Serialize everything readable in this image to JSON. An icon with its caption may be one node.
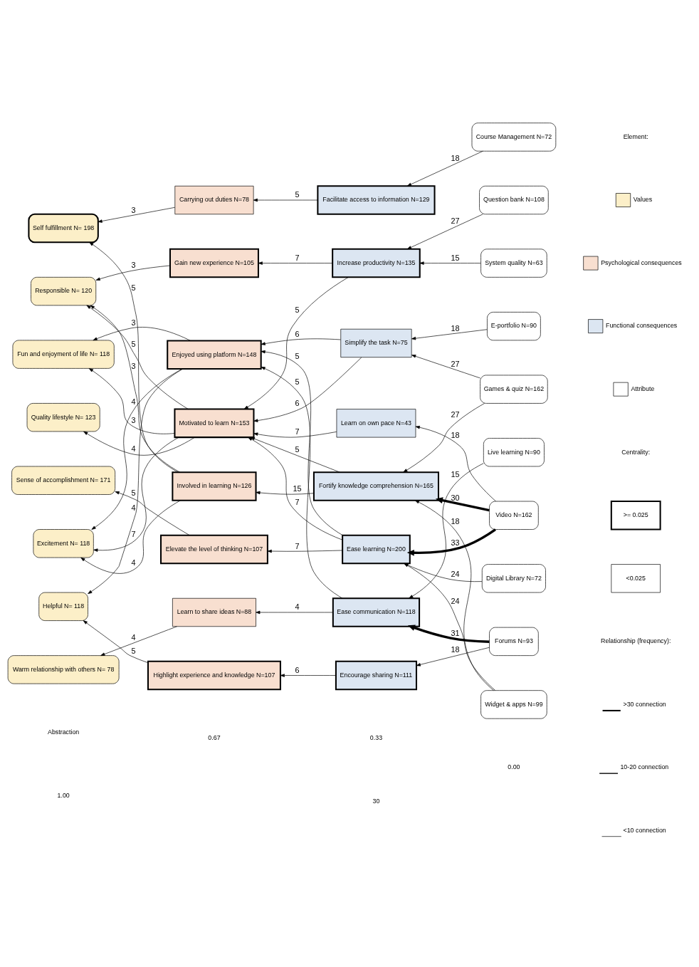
{
  "diagram": {
    "nodes": [
      {
        "text": [
          "Self fulfillment N= 198"
        ]
      },
      {
        "text": [
          "Responsible N= 120"
        ]
      },
      {
        "text": [
          "Fun and enjoyment of life N= 118"
        ]
      },
      {
        "text": [
          "Quality lifestyle N= 123"
        ]
      },
      {
        "text": [
          "Sense of accomplishment N= 171"
        ]
      },
      {
        "text": [
          "Excitement N= 118"
        ]
      },
      {
        "text": [
          "Helpful N= 118"
        ]
      },
      {
        "text": [
          "Warm relationship with others N= 78"
        ]
      },
      {
        "text": [
          "Carrying out duties N=78"
        ]
      },
      {
        "text": [
          "Gain new experience N=105"
        ]
      },
      {
        "text": [
          "Enjoyed using platform N=148"
        ]
      },
      {
        "text": [
          "Motivated to learn N=153"
        ]
      },
      {
        "text": [
          "Involved in learning N=126"
        ]
      },
      {
        "text": [
          "Elevate the level of thinking N=107"
        ]
      },
      {
        "text": [
          "Learn to share ideas N=88"
        ]
      },
      {
        "text": [
          "Highlight experience and knowledge N=107"
        ]
      },
      {
        "text": [
          "Facilitate access to information N=129"
        ]
      },
      {
        "text": [
          "Increase productivity N=135"
        ]
      },
      {
        "text": [
          "Simplify the task N=75"
        ]
      },
      {
        "text": [
          "Learn on own pace N=43"
        ]
      },
      {
        "text": [
          "Fortify knowledge comprehension N=165"
        ]
      },
      {
        "text": [
          "Ease learning N=200"
        ]
      },
      {
        "text": [
          "Ease communication N=118"
        ]
      },
      {
        "text": [
          "Encourage sharing N=111"
        ]
      },
      {
        "text": [
          "Course Management N=72"
        ]
      },
      {
        "text": [
          "Question bank N=108"
        ]
      },
      {
        "text": [
          "System quality N=63"
        ]
      },
      {
        "text": [
          "E-portfolio N=90"
        ]
      },
      {
        "text": [
          "Games & quiz N=162"
        ]
      },
      {
        "text": [
          "Live learning N=90"
        ]
      },
      {
        "text": [
          "Video N=162"
        ]
      },
      {
        "text": [
          "Digital Library N=72"
        ]
      },
      {
        "text": [
          "Forums N=93"
        ]
      },
      {
        "text": [
          "Widget & apps N=99"
        ]
      }
    ],
    "edges": [
      {
        "from": 24,
        "to": 16,
        "arrow": "to",
        "label": "18"
      },
      {
        "from": 25,
        "to": 17,
        "arrow": "to",
        "label": "27"
      },
      {
        "from": 26,
        "to": 17,
        "arrow": "to",
        "label": "15"
      },
      {
        "from": 27,
        "to": 18,
        "arrow": "to",
        "label": "18"
      },
      {
        "from": 28,
        "to": 18,
        "arrow": "to",
        "label": "27"
      },
      {
        "from": 28,
        "to": 20,
        "arrow": "to",
        "label": "27"
      },
      {
        "from": 30,
        "to": 19,
        "arrow": "to",
        "label": "18"
      },
      {
        "from": 30,
        "to": 20,
        "arrow": "to",
        "label": "30",
        "style": "thick"
      },
      {
        "from": 30,
        "to": 21,
        "arrow": "to",
        "label": "33",
        "style": "thick"
      },
      {
        "from": 31,
        "to": 21,
        "arrow": "to",
        "label": "24"
      },
      {
        "from": 33,
        "to": 20,
        "arrow": "to",
        "label": "18"
      },
      {
        "from": 33,
        "to": 21,
        "arrow": "to",
        "label": "24"
      },
      {
        "from": 29,
        "to": 22,
        "arrow": "to",
        "label": "15"
      },
      {
        "from": 32,
        "to": 22,
        "arrow": "to",
        "label": "31",
        "style": "thick"
      },
      {
        "from": 32,
        "to": 23,
        "arrow": "to",
        "label": "18"
      },
      {
        "from": 16,
        "to": 8,
        "arrow": "to",
        "label": "5"
      },
      {
        "from": 17,
        "to": 9,
        "arrow": "to",
        "label": "7"
      },
      {
        "from": 17,
        "to": 11,
        "arrow": "to",
        "label": "5"
      },
      {
        "from": 18,
        "to": 10,
        "arrow": "to",
        "label": "6"
      },
      {
        "from": 18,
        "to": 11,
        "arrow": "to",
        "label": "6"
      },
      {
        "from": 19,
        "to": 11,
        "arrow": "to",
        "label": "7"
      },
      {
        "from": 20,
        "to": 12,
        "arrow": "to",
        "label": "15"
      },
      {
        "from": 20,
        "to": 11,
        "arrow": "to",
        "label": "5"
      },
      {
        "from": 21,
        "to": 10,
        "arrow": "to",
        "label": "5"
      },
      {
        "from": 21,
        "to": 11,
        "arrow": "to",
        "label": "7"
      },
      {
        "from": 22,
        "to": 10,
        "arrow": "to",
        "label": "5"
      },
      {
        "from": 21,
        "to": 13,
        "arrow": "to",
        "label": "7"
      },
      {
        "from": 22,
        "to": 14,
        "arrow": "to",
        "label": "4"
      },
      {
        "from": 23,
        "to": 15,
        "arrow": "to",
        "label": "6"
      },
      {
        "from": 8,
        "to": 0,
        "arrow": "to",
        "label": "3"
      },
      {
        "from": 9,
        "to": 1,
        "arrow": "to",
        "label": "3"
      },
      {
        "from": 10,
        "to": 2,
        "arrow": "to",
        "label": "3"
      },
      {
        "from": 11,
        "to": 3,
        "arrow": "to",
        "label": "4"
      },
      {
        "from": 11,
        "to": 2,
        "arrow": "to",
        "label": "3"
      },
      {
        "from": 11,
        "to": 1,
        "arrow": "to",
        "label": "5"
      },
      {
        "from": 12,
        "to": 0,
        "arrow": "to",
        "label": "5"
      },
      {
        "from": 12,
        "to": 1,
        "arrow": "to",
        "label": "3"
      },
      {
        "from": 10,
        "to": 5,
        "arrow": "to",
        "label": "4"
      },
      {
        "from": 11,
        "to": 5,
        "arrow": "to",
        "label": "7"
      },
      {
        "from": 12,
        "to": 5,
        "arrow": "to",
        "label": "4"
      },
      {
        "from": 10,
        "to": 6,
        "arrow": "to",
        "label": "4"
      },
      {
        "from": 13,
        "to": 4,
        "arrow": "to",
        "label": "5"
      },
      {
        "from": 14,
        "to": 7,
        "arrow": "to",
        "label": "4"
      },
      {
        "from": 15,
        "to": 6,
        "arrow": "to",
        "label": "5"
      }
    ],
    "labels": [
      "Abstraction",
      "1.00",
      "0.67",
      "0.33",
      "0.00",
      "30",
      "Element:",
      "Centrality:",
      "Relationship (frequency):"
    ],
    "legend": [
      {
        "text": "Values",
        "color": "#fcefc8"
      },
      {
        "text": "Psychological consequences",
        "color": "#f8dfd0"
      },
      {
        "text": "Functional consequences",
        "color": "#dce6f2"
      },
      {
        "text": "Attribute",
        "color": "#ffffff"
      },
      {
        "text": ">= 0.025"
      },
      {
        "text": "<0.025"
      },
      {
        "text": ">30 connection"
      },
      {
        "text": "10-20 connection"
      },
      {
        "text": "<10 connection"
      }
    ]
  }
}
